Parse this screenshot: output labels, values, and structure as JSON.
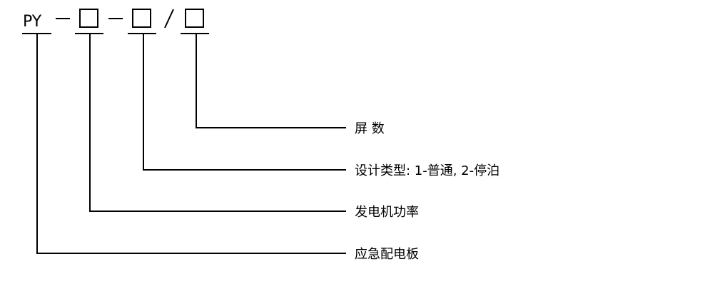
{
  "code": {
    "prefix": "PY",
    "sep1": "−",
    "sep2": "−",
    "sep3": "/"
  },
  "labels": {
    "screens": "屏 数",
    "design_type": "设计类型: 1-普通, 2-停泊",
    "generator_power": "发电机功率",
    "emergency_switchboard": "应急配电板"
  }
}
